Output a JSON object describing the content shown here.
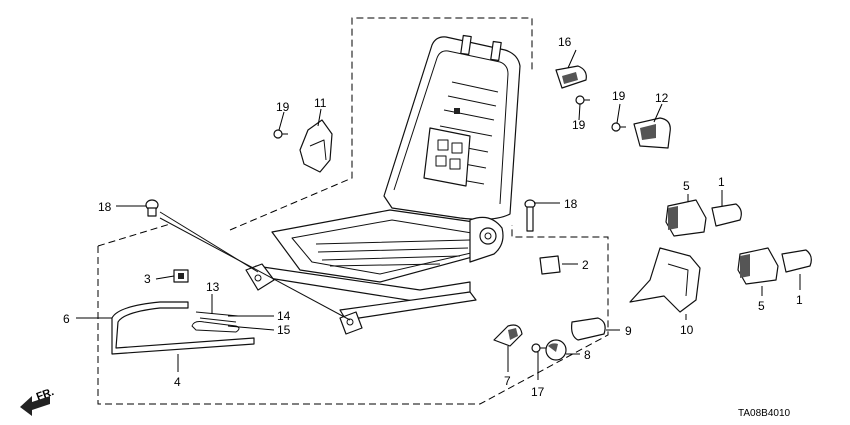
{
  "diagram": {
    "drawing_code": "TA08B4010",
    "direction_label": "FR."
  },
  "callouts": {
    "c1a": "1",
    "c1b": "1",
    "c2": "2",
    "c3": "3",
    "c4": "4",
    "c5a": "5",
    "c5b": "5",
    "c6": "6",
    "c7": "7",
    "c8": "8",
    "c9": "9",
    "c10": "10",
    "c11": "11",
    "c12": "12",
    "c13": "13",
    "c14": "14",
    "c15": "15",
    "c16": "16",
    "c17": "17",
    "c18a": "18",
    "c18b": "18",
    "c19a": "19",
    "c19b": "19",
    "c19c": "19"
  }
}
